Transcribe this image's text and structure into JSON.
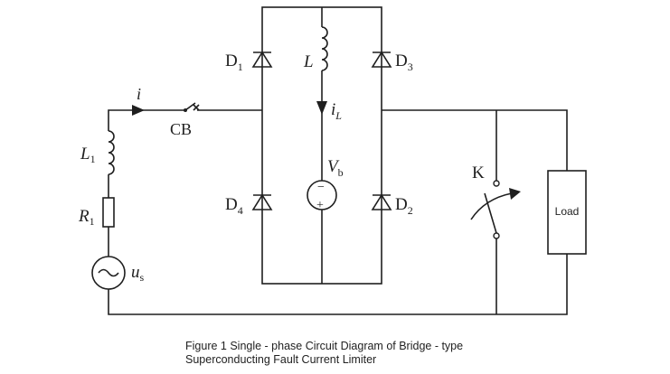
{
  "diagram": {
    "labels": {
      "current_i": "i",
      "breaker": "CB",
      "inductor_l1_main": "L",
      "inductor_l1_sub": "1",
      "resistor_main": "R",
      "resistor_sub": "1",
      "source_main": "u",
      "source_sub": "s",
      "d1_main": "D",
      "d1_sub": "1",
      "d2_main": "D",
      "d2_sub": "2",
      "d3_main": "D",
      "d3_sub": "3",
      "d4_main": "D",
      "d4_sub": "4",
      "inductor_l": "L",
      "current_il_main": "i",
      "current_il_sub": "L",
      "vb_main": "V",
      "vb_sub": "b",
      "vb_minus": "−",
      "vb_plus": "+",
      "switch_k": "K",
      "load": "Load"
    }
  },
  "caption": {
    "line1": "Figure 1 Single - phase Circuit Diagram of Bridge - type",
    "line2": "Superconducting Fault Current Limiter"
  }
}
